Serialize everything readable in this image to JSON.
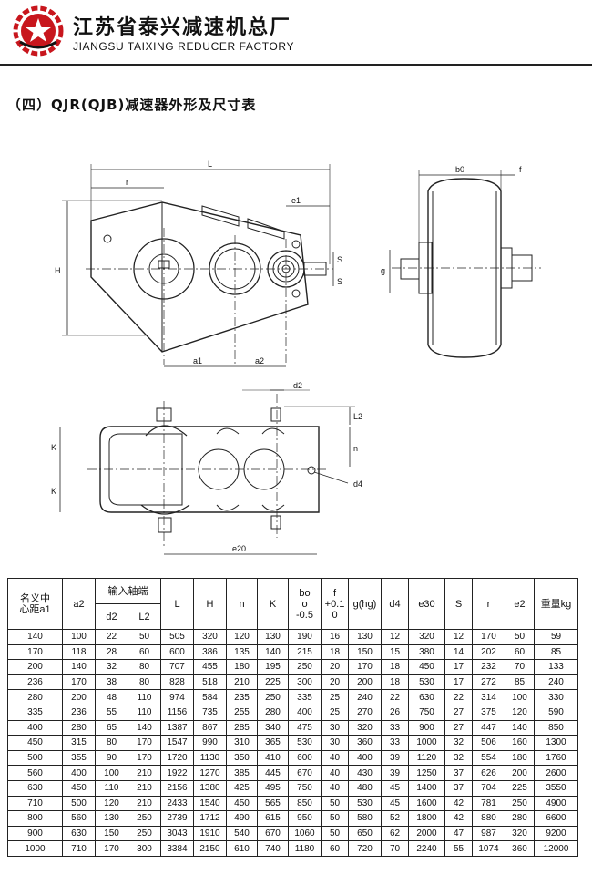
{
  "header": {
    "company_cn": "江苏省泰兴减速机总厂",
    "company_en": "JIANGSU TAIXING REDUCER FACTORY",
    "logo_icon": "gear-star-logo-icon",
    "accent_color": "#c8161d"
  },
  "section": {
    "title": "（四）QJR(QJB)减速器外形及尺寸表"
  },
  "drawing": {
    "labels": {
      "L": "L",
      "r": "r",
      "e1": "e1",
      "H": "H",
      "S": "S",
      "a1": "a1",
      "a2": "a2",
      "b0": "b0",
      "f": "f",
      "g": "g",
      "d2": "d2",
      "L2": "L2",
      "n": "n",
      "K": "K",
      "d4": "d4",
      "e20": "e20"
    }
  },
  "table": {
    "headers": {
      "center_distance": "名义中\n心距a1",
      "a2": "a2",
      "input_shaft": "输入轴端",
      "d2": "d2",
      "L2": "L2",
      "L": "L",
      "H": "H",
      "n": "n",
      "K": "K",
      "bo": "bo\no\n-0.5",
      "f": "f\n+0.1\n0",
      "g": "g(hg)",
      "d4": "d4",
      "e30": "e30",
      "S": "S",
      "r": "r",
      "e2": "e2",
      "weight": "重量kg"
    },
    "rows": [
      [
        "140",
        "100",
        "22",
        "50",
        "505",
        "320",
        "120",
        "130",
        "190",
        "16",
        "130",
        "12",
        "320",
        "12",
        "170",
        "50",
        "59"
      ],
      [
        "170",
        "118",
        "28",
        "60",
        "600",
        "386",
        "135",
        "140",
        "215",
        "18",
        "150",
        "15",
        "380",
        "14",
        "202",
        "60",
        "85"
      ],
      [
        "200",
        "140",
        "32",
        "80",
        "707",
        "455",
        "180",
        "195",
        "250",
        "20",
        "170",
        "18",
        "450",
        "17",
        "232",
        "70",
        "133"
      ],
      [
        "236",
        "170",
        "38",
        "80",
        "828",
        "518",
        "210",
        "225",
        "300",
        "20",
        "200",
        "18",
        "530",
        "17",
        "272",
        "85",
        "240"
      ],
      [
        "280",
        "200",
        "48",
        "110",
        "974",
        "584",
        "235",
        "250",
        "335",
        "25",
        "240",
        "22",
        "630",
        "22",
        "314",
        "100",
        "330"
      ],
      [
        "335",
        "236",
        "55",
        "110",
        "1156",
        "735",
        "255",
        "280",
        "400",
        "25",
        "270",
        "26",
        "750",
        "27",
        "375",
        "120",
        "590"
      ],
      [
        "400",
        "280",
        "65",
        "140",
        "1387",
        "867",
        "285",
        "340",
        "475",
        "30",
        "320",
        "33",
        "900",
        "27",
        "447",
        "140",
        "850"
      ],
      [
        "450",
        "315",
        "80",
        "170",
        "1547",
        "990",
        "310",
        "365",
        "530",
        "30",
        "360",
        "33",
        "1000",
        "32",
        "506",
        "160",
        "1300"
      ],
      [
        "500",
        "355",
        "90",
        "170",
        "1720",
        "1130",
        "350",
        "410",
        "600",
        "40",
        "400",
        "39",
        "1120",
        "32",
        "554",
        "180",
        "1760"
      ],
      [
        "560",
        "400",
        "100",
        "210",
        "1922",
        "1270",
        "385",
        "445",
        "670",
        "40",
        "430",
        "39",
        "1250",
        "37",
        "626",
        "200",
        "2600"
      ],
      [
        "630",
        "450",
        "110",
        "210",
        "2156",
        "1380",
        "425",
        "495",
        "750",
        "40",
        "480",
        "45",
        "1400",
        "37",
        "704",
        "225",
        "3550"
      ],
      [
        "710",
        "500",
        "120",
        "210",
        "2433",
        "1540",
        "450",
        "565",
        "850",
        "50",
        "530",
        "45",
        "1600",
        "42",
        "781",
        "250",
        "4900"
      ],
      [
        "800",
        "560",
        "130",
        "250",
        "2739",
        "1712",
        "490",
        "615",
        "950",
        "50",
        "580",
        "52",
        "1800",
        "42",
        "880",
        "280",
        "6600"
      ],
      [
        "900",
        "630",
        "150",
        "250",
        "3043",
        "1910",
        "540",
        "670",
        "1060",
        "50",
        "650",
        "62",
        "2000",
        "47",
        "987",
        "320",
        "9200"
      ],
      [
        "1000",
        "710",
        "170",
        "300",
        "3384",
        "2150",
        "610",
        "740",
        "1180",
        "60",
        "720",
        "70",
        "2240",
        "55",
        "1074",
        "360",
        "12000"
      ]
    ]
  }
}
